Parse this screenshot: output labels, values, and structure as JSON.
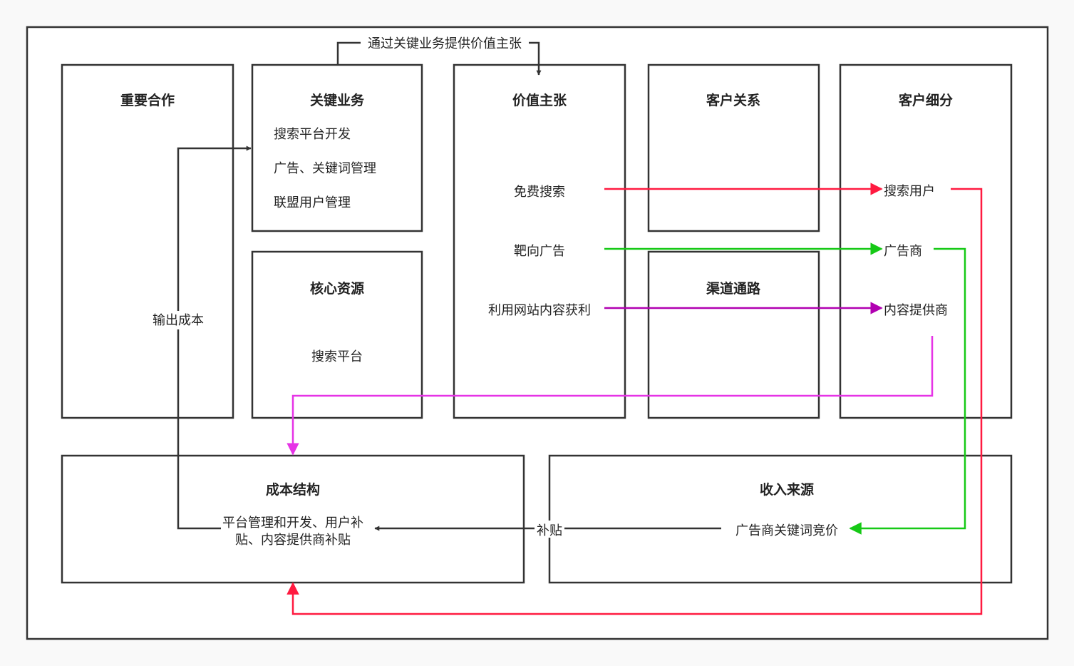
{
  "colors": {
    "border": "#333333",
    "dark_line": "#333333",
    "red_line": "#ff1a40",
    "green_line": "#16c916",
    "purple_line": "#b100b1",
    "magenta_line": "#e633e6"
  },
  "blocks": {
    "key_partners": {
      "title": "重要合作"
    },
    "key_activities": {
      "title": "关键业务",
      "items": [
        "搜索平台开发",
        "广告、关键词管理",
        "联盟用户管理"
      ]
    },
    "key_resources": {
      "title": "核心资源",
      "items": [
        "搜索平台"
      ]
    },
    "value_propositions": {
      "title": "价值主张",
      "items": [
        "免费搜索",
        "靶向广告",
        "利用网站内容获利"
      ]
    },
    "customer_relationships": {
      "title": "客户关系"
    },
    "channels": {
      "title": "渠道通路"
    },
    "customer_segments": {
      "title": "客户细分",
      "items": [
        "搜索用户",
        "广告商",
        "内容提供商"
      ]
    },
    "cost_structure": {
      "title": "成本结构",
      "lines": [
        "平台管理和开发、用户补",
        "贴、内容提供商补贴"
      ]
    },
    "revenue_streams": {
      "title": "收入来源",
      "items": [
        "广告商关键词竞价"
      ]
    }
  },
  "connectors": {
    "top_label": "通过关键业务提供价值主张",
    "output_cost_label": "输出成本",
    "subsidy_label": "补贴"
  }
}
